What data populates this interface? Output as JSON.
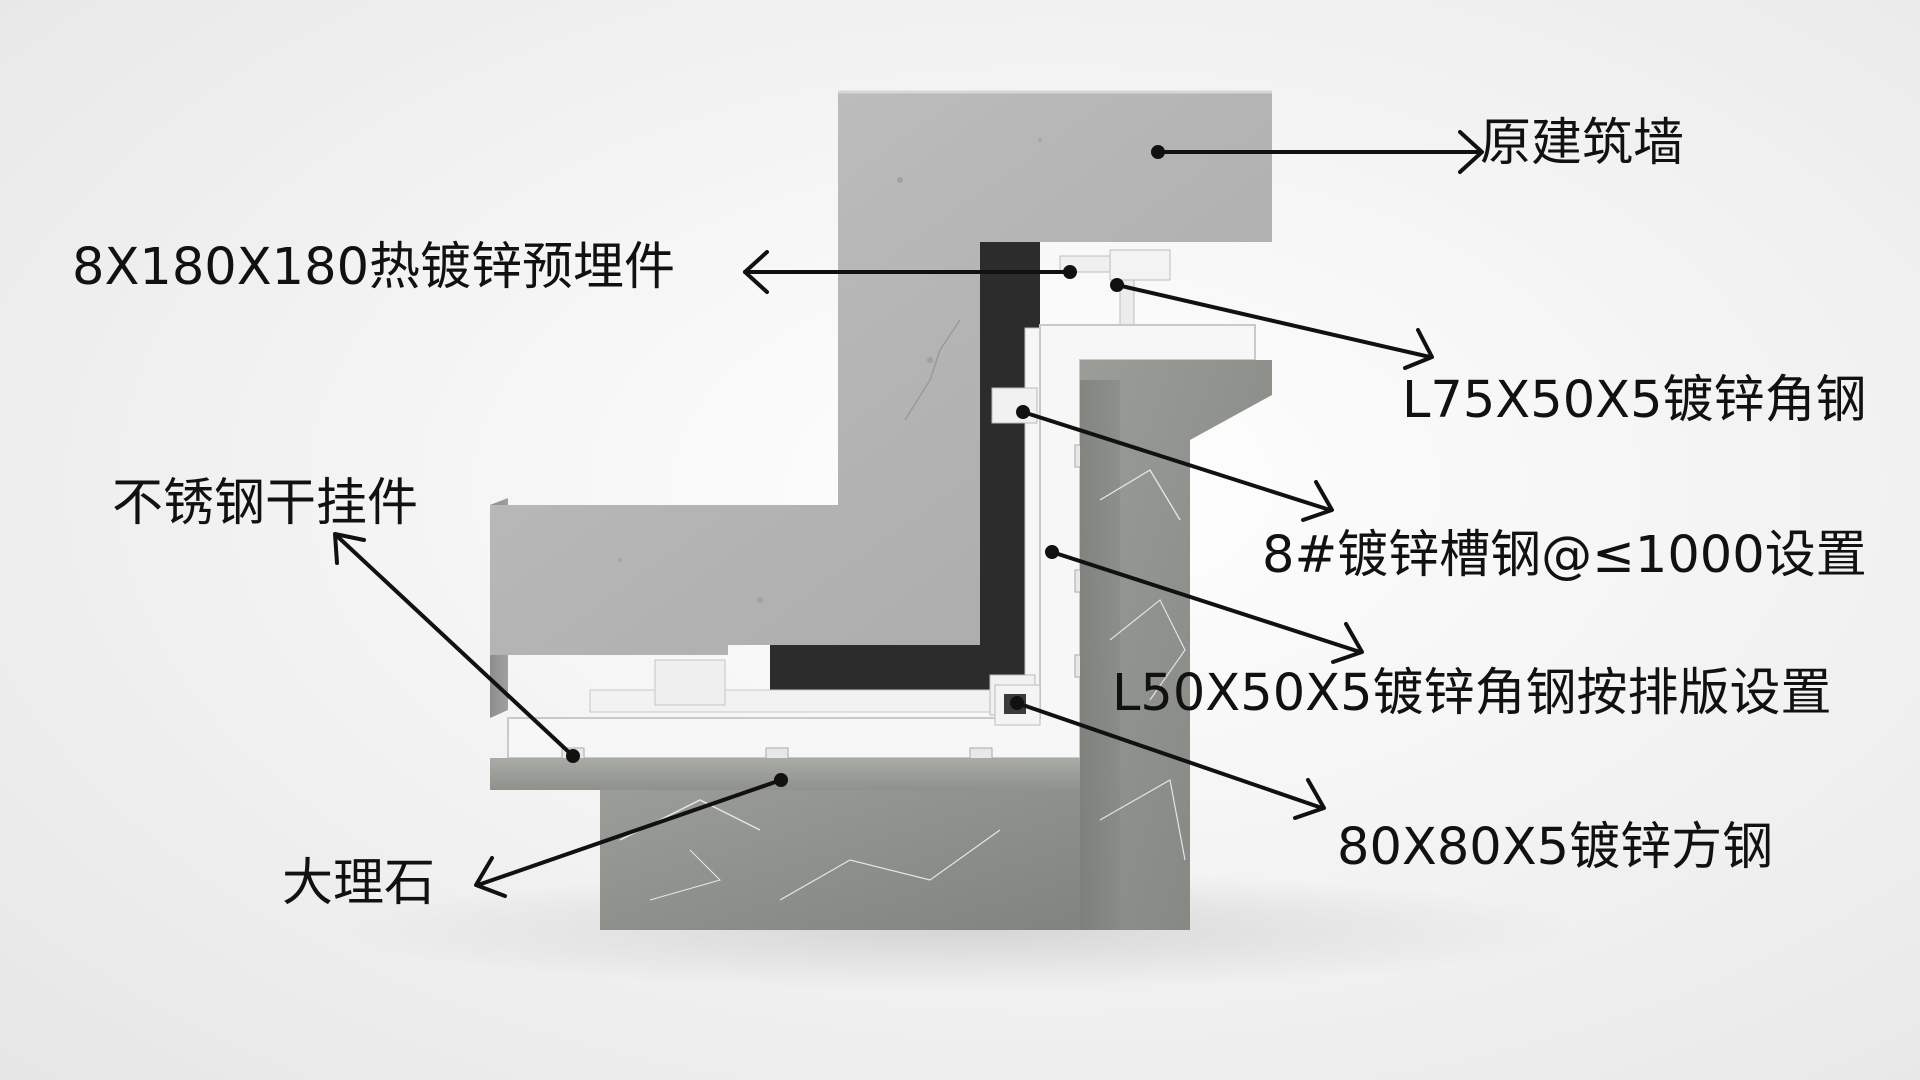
{
  "colors": {
    "concrete": "#b7b7b7",
    "concrete_dark": "#9c9c9c",
    "marble": "#8f928d",
    "marble_vein": "#e8e8e8",
    "steel": "#f5f5f5",
    "steel_edge": "#c8c8c8",
    "cavity": "#2a2a2a",
    "leader": "#111111"
  },
  "labels": {
    "original_wall": "原建筑墙",
    "embedded_plate": "8X180X180热镀锌预埋件",
    "angle_steel_l75": "L75X50X5镀锌角钢",
    "channel_steel": "8#镀锌槽钢@≤1000设置",
    "angle_steel_l50": "L50X50X5镀锌角钢按排版设置",
    "square_steel": "80X80X5镀锌方钢",
    "stainless_hanger": "不锈钢干挂件",
    "marble": "大理石"
  }
}
